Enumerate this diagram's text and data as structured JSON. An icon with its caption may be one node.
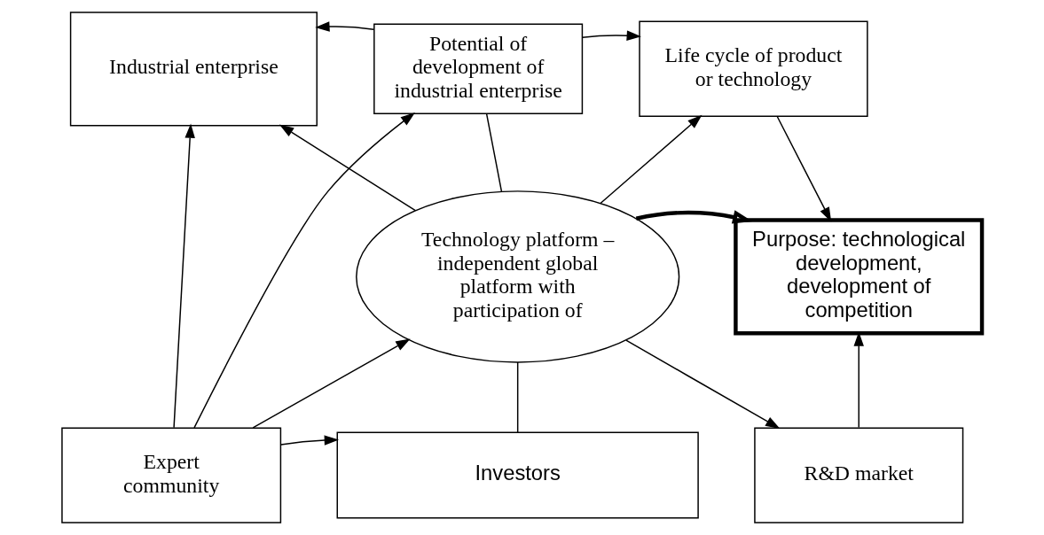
{
  "diagram": {
    "nodes": [
      {
        "text": [
          "Industrial enterprise"
        ]
      },
      {
        "text": [
          "Potential of development of industrial enterprise"
        ]
      },
      {
        "text": [
          "Life cycle of product or technology"
        ]
      },
      {
        "text": [
          "Technology platform – independent global platform with participation of"
        ]
      },
      {
        "text": [
          "Purpose: technological development, development of competition"
        ]
      },
      {
        "text": [
          "Expert community"
        ]
      },
      {
        "text": [
          "Investors"
        ]
      },
      {
        "text": [
          "R&D market"
        ]
      }
    ],
    "edges": [
      {
        "from": 1,
        "to": 0,
        "arrow": "to"
      },
      {
        "from": 1,
        "to": 2,
        "arrow": "to"
      },
      {
        "from": 1,
        "to": 3,
        "arrow": "none"
      },
      {
        "from": 3,
        "to": 0,
        "arrow": "to"
      },
      {
        "from": 3,
        "to": 2,
        "arrow": "to"
      },
      {
        "from": 3,
        "to": 4,
        "arrow": "to",
        "style": "thick"
      },
      {
        "from": 2,
        "to": 4,
        "arrow": "to"
      },
      {
        "from": 7,
        "to": 4,
        "arrow": "to"
      },
      {
        "from": 3,
        "to": 7,
        "arrow": "to"
      },
      {
        "from": 3,
        "to": 6,
        "arrow": "none"
      },
      {
        "from": 5,
        "to": 0,
        "arrow": "to"
      },
      {
        "from": 5,
        "to": 1,
        "arrow": "to"
      },
      {
        "from": 5,
        "to": 3,
        "arrow": "to"
      },
      {
        "from": 5,
        "to": 6,
        "arrow": "to"
      }
    ]
  }
}
